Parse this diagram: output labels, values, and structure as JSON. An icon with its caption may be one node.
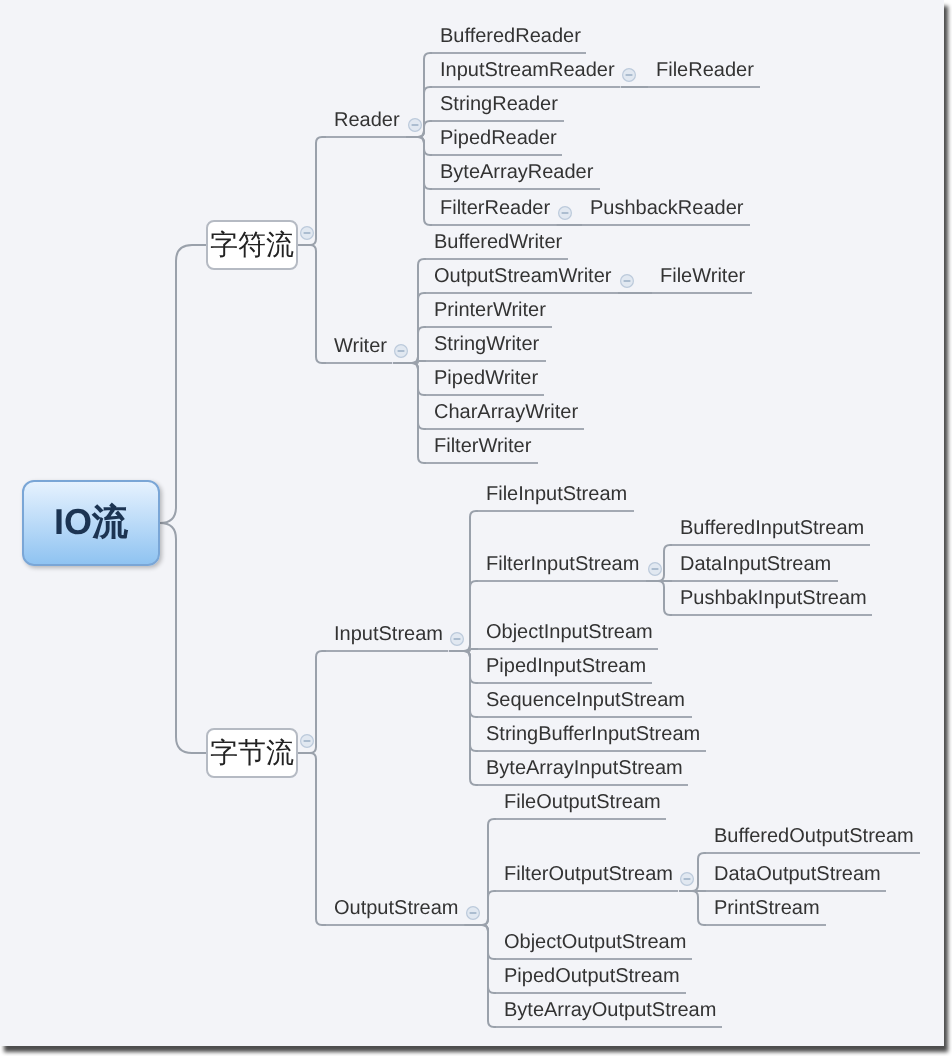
{
  "diagram": {
    "nodes": [
      {
        "text": [
          "IO流"
        ]
      },
      {
        "text": [
          "字符流"
        ]
      },
      {
        "text": [
          "Reader"
        ]
      },
      {
        "text": [
          "BufferedReader"
        ]
      },
      {
        "text": [
          "InputStreamReader"
        ]
      },
      {
        "text": [
          "FileReader"
        ]
      },
      {
        "text": [
          "StringReader"
        ]
      },
      {
        "text": [
          "PipedReader"
        ]
      },
      {
        "text": [
          "ByteArrayReader"
        ]
      },
      {
        "text": [
          "FilterReader"
        ]
      },
      {
        "text": [
          "PushbackReader"
        ]
      },
      {
        "text": [
          "Writer"
        ]
      },
      {
        "text": [
          "BufferedWriter"
        ]
      },
      {
        "text": [
          "OutputStreamWriter"
        ]
      },
      {
        "text": [
          "FileWriter"
        ]
      },
      {
        "text": [
          "PrinterWriter"
        ]
      },
      {
        "text": [
          "StringWriter"
        ]
      },
      {
        "text": [
          "PipedWriter"
        ]
      },
      {
        "text": [
          "CharArrayWriter"
        ]
      },
      {
        "text": [
          "FilterWriter"
        ]
      },
      {
        "text": [
          "字节流"
        ]
      },
      {
        "text": [
          "InputStream"
        ]
      },
      {
        "text": [
          "FileInputStream"
        ]
      },
      {
        "text": [
          "FilterInputStream"
        ]
      },
      {
        "text": [
          "BufferedInputStream"
        ]
      },
      {
        "text": [
          "DataInputStream"
        ]
      },
      {
        "text": [
          "PushbakInputStream"
        ]
      },
      {
        "text": [
          "ObjectInputStream"
        ]
      },
      {
        "text": [
          "PipedInputStream"
        ]
      },
      {
        "text": [
          "SequenceInputStream"
        ]
      },
      {
        "text": [
          "StringBufferInputStream"
        ]
      },
      {
        "text": [
          "ByteArrayInputStream"
        ]
      },
      {
        "text": [
          "OutputStream"
        ]
      },
      {
        "text": [
          "FileOutputStream"
        ]
      },
      {
        "text": [
          "FilterOutputStream"
        ]
      },
      {
        "text": [
          "BufferedOutputStream"
        ]
      },
      {
        "text": [
          "DataOutputStream"
        ]
      },
      {
        "text": [
          "PrintStream"
        ]
      },
      {
        "text": [
          "ObjectOutputStream"
        ]
      },
      {
        "text": [
          "PipedOutputStream"
        ]
      },
      {
        "text": [
          "ByteArrayOutputStream"
        ]
      }
    ],
    "edges": [
      {
        "from": 0,
        "to": 1,
        "arrow": "none"
      },
      {
        "from": 1,
        "to": 2,
        "arrow": "none"
      },
      {
        "from": 2,
        "to": 3,
        "arrow": "none"
      },
      {
        "from": 2,
        "to": 4,
        "arrow": "none"
      },
      {
        "from": 4,
        "to": 5,
        "arrow": "none"
      },
      {
        "from": 2,
        "to": 6,
        "arrow": "none"
      },
      {
        "from": 2,
        "to": 7,
        "arrow": "none"
      },
      {
        "from": 2,
        "to": 8,
        "arrow": "none"
      },
      {
        "from": 2,
        "to": 9,
        "arrow": "none"
      },
      {
        "from": 9,
        "to": 10,
        "arrow": "none"
      },
      {
        "from": 1,
        "to": 11,
        "arrow": "none"
      },
      {
        "from": 11,
        "to": 12,
        "arrow": "none"
      },
      {
        "from": 11,
        "to": 13,
        "arrow": "none"
      },
      {
        "from": 13,
        "to": 14,
        "arrow": "none"
      },
      {
        "from": 11,
        "to": 15,
        "arrow": "none"
      },
      {
        "from": 11,
        "to": 16,
        "arrow": "none"
      },
      {
        "from": 11,
        "to": 17,
        "arrow": "none"
      },
      {
        "from": 11,
        "to": 18,
        "arrow": "none"
      },
      {
        "from": 11,
        "to": 19,
        "arrow": "none"
      },
      {
        "from": 0,
        "to": 20,
        "arrow": "none"
      },
      {
        "from": 20,
        "to": 21,
        "arrow": "none"
      },
      {
        "from": 21,
        "to": 22,
        "arrow": "none"
      },
      {
        "from": 21,
        "to": 23,
        "arrow": "none"
      },
      {
        "from": 23,
        "to": 24,
        "arrow": "none"
      },
      {
        "from": 23,
        "to": 25,
        "arrow": "none"
      },
      {
        "from": 23,
        "to": 26,
        "arrow": "none"
      },
      {
        "from": 21,
        "to": 27,
        "arrow": "none"
      },
      {
        "from": 21,
        "to": 28,
        "arrow": "none"
      },
      {
        "from": 21,
        "to": 29,
        "arrow": "none"
      },
      {
        "from": 21,
        "to": 30,
        "arrow": "none"
      },
      {
        "from": 21,
        "to": 31,
        "arrow": "none"
      },
      {
        "from": 20,
        "to": 32,
        "arrow": "none"
      },
      {
        "from": 32,
        "to": 33,
        "arrow": "none"
      },
      {
        "from": 32,
        "to": 34,
        "arrow": "none"
      },
      {
        "from": 34,
        "to": 35,
        "arrow": "none"
      },
      {
        "from": 34,
        "to": 36,
        "arrow": "none"
      },
      {
        "from": 34,
        "to": 37,
        "arrow": "none"
      },
      {
        "from": 32,
        "to": 38,
        "arrow": "none"
      },
      {
        "from": 32,
        "to": 39,
        "arrow": "none"
      },
      {
        "from": 32,
        "to": 40,
        "arrow": "none"
      }
    ]
  }
}
